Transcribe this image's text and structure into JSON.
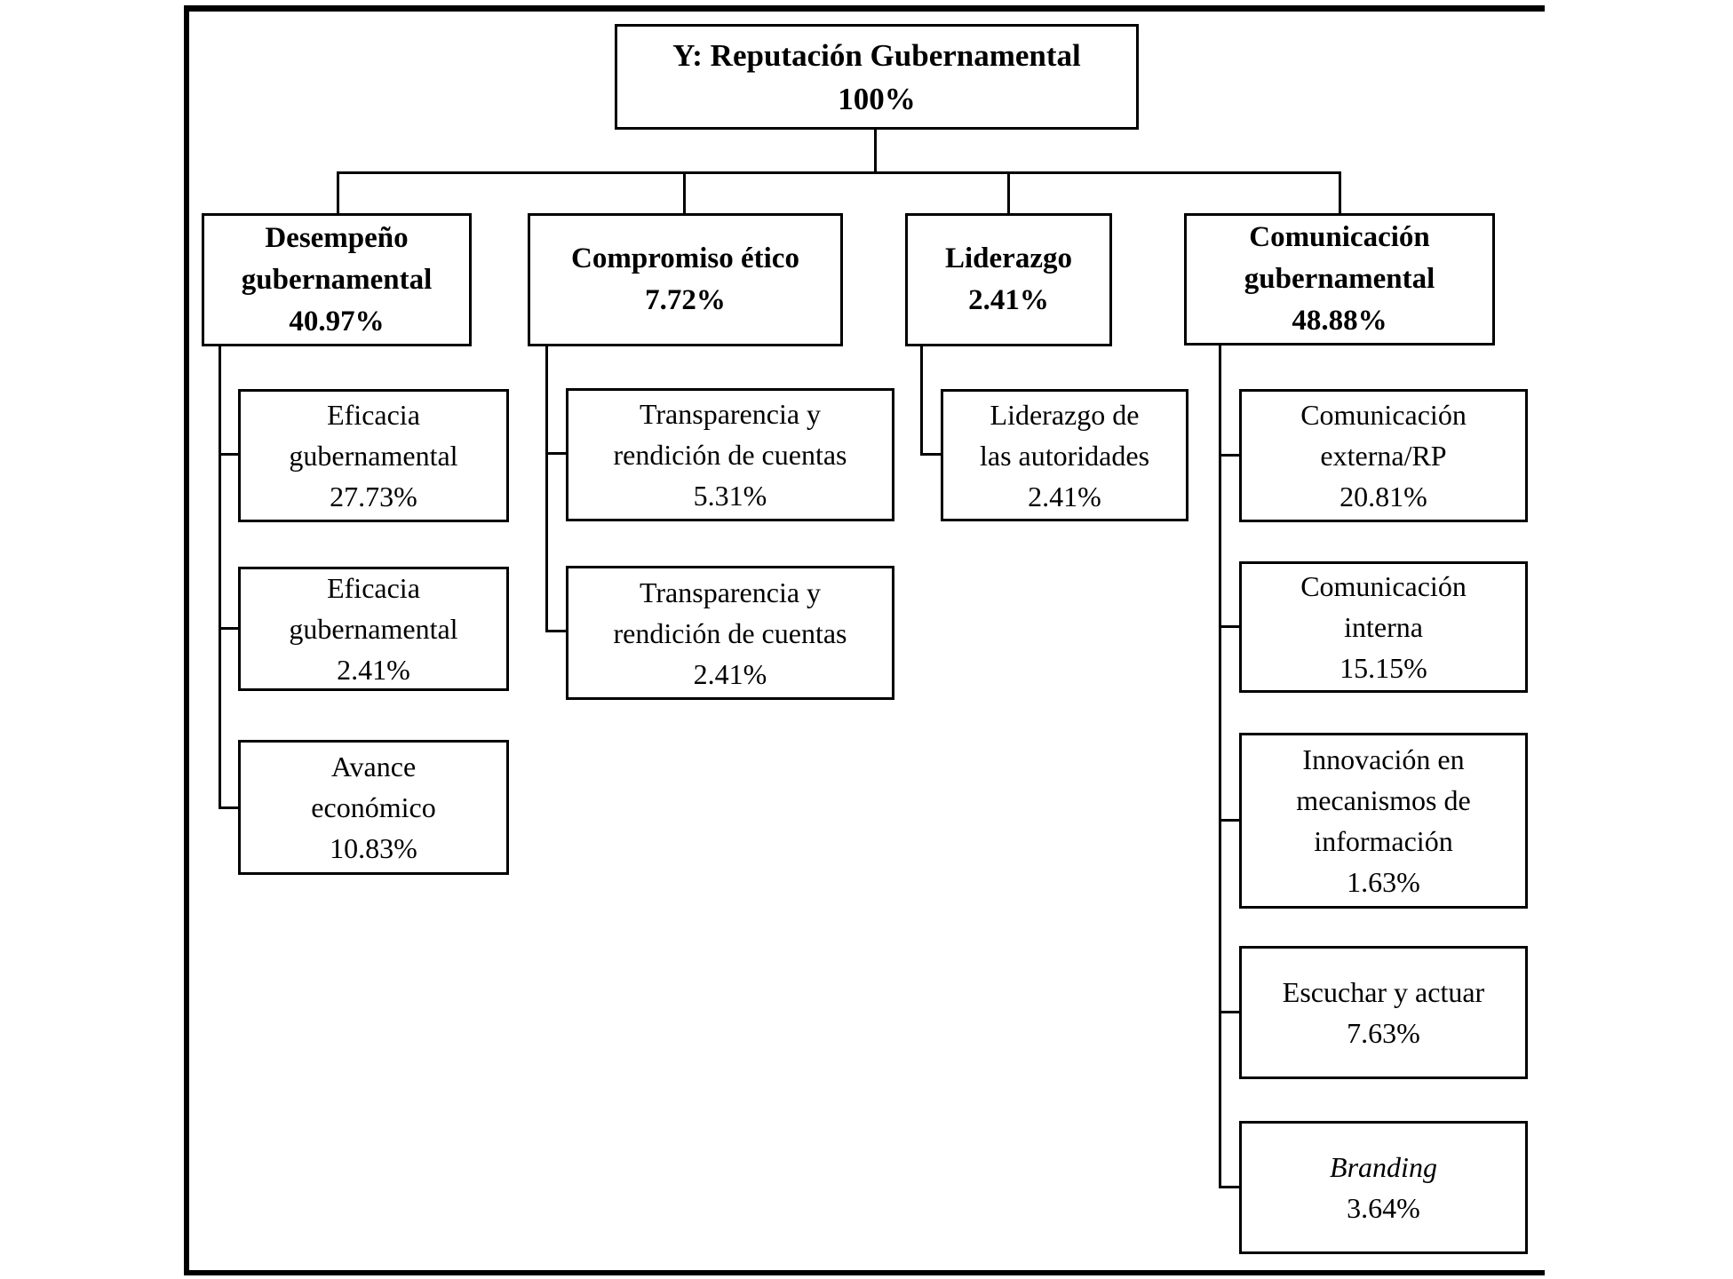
{
  "figure": {
    "title_node": {
      "label": "Y: Reputación Gubernamental",
      "value": "100%"
    },
    "branches": [
      {
        "label": "Desempeño\ngubernamental",
        "value": "40.97%",
        "children": [
          {
            "label": "Eficacia\ngubernamental",
            "value": "27.73%"
          },
          {
            "label": "Eficacia\ngubernamental",
            "value": "2.41%"
          },
          {
            "label": "Avance\neconómico",
            "value": "10.83%"
          }
        ]
      },
      {
        "label": "Compromiso ético",
        "value": "7.72%",
        "children": [
          {
            "label": "Transparencia y\nrendición de cuentas",
            "value": "5.31%"
          },
          {
            "label": "Transparencia y\nrendición de cuentas",
            "value": "2.41%"
          }
        ]
      },
      {
        "label": "Liderazgo",
        "value": "2.41%",
        "children": [
          {
            "label": "Liderazgo de\nlas autoridades",
            "value": "2.41%"
          }
        ]
      },
      {
        "label": "Comunicación\ngubernamental",
        "value": "48.88%",
        "children": [
          {
            "label": "Comunicación\nexterna/RP",
            "value": "20.81%"
          },
          {
            "label": "Comunicación\ninterna",
            "value": "15.15%"
          },
          {
            "label": "Innovación en\nmecanismos de\ninformación",
            "value": "1.63%"
          },
          {
            "label": "Escuchar y actuar",
            "value": "7.63%"
          },
          {
            "label": "Branding",
            "value": "3.64%"
          }
        ]
      }
    ]
  },
  "colors": {
    "line": "#000000",
    "background": "#ffffff",
    "box_fill": "#ffffff"
  }
}
